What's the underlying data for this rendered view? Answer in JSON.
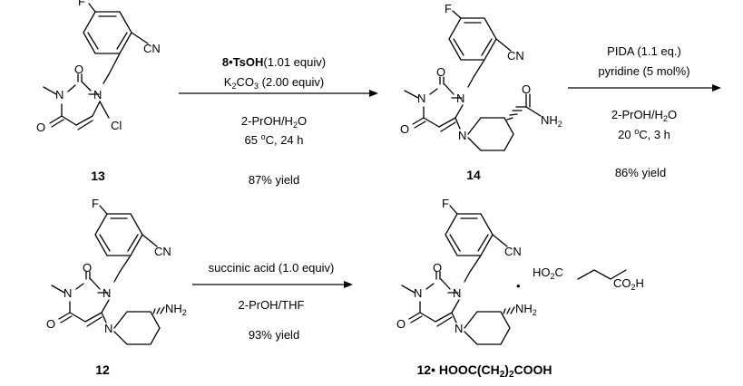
{
  "compounds": {
    "c13": {
      "label": "13"
    },
    "c14": {
      "label": "14"
    },
    "c12": {
      "label": "12"
    },
    "salt": {
      "label_pre": "12• HOOC(CH",
      "label_sub1": "2",
      "label_mid": ")",
      "label_sub2": "2",
      "label_post": "COOH"
    }
  },
  "atoms": {
    "F": "F",
    "CN": "CN",
    "O": "O",
    "N": "N",
    "Cl": "Cl",
    "NH": "NH",
    "two": "2",
    "dot": "•",
    "HO": "HO",
    "C": "C",
    "CO": "CO",
    "H": "H"
  },
  "reactions": {
    "r1": {
      "reagent1_main": "8•TsOH",
      "reagent1_rest": "(1.01 equiv)",
      "reagent2_pre": "K",
      "reagent2_sub1": "2",
      "reagent2_mid": "CO",
      "reagent2_sub2": "3",
      "reagent2_post": " (2.00 equiv)",
      "solvent_pre": "2-PrOH/H",
      "solvent_sub": "2",
      "solvent_post": "O",
      "conditions_pre": "65 ",
      "conditions_sup": "o",
      "conditions_post": "C, 24 h",
      "yield": "87% yield"
    },
    "r2": {
      "reagent1": "PIDA (1.1 eq.)",
      "reagent2": "pyridine (5 mol%)",
      "solvent_pre": "2-PrOH/H",
      "solvent_sub": "2",
      "solvent_post": "O",
      "conditions_pre": "20 ",
      "conditions_sup": "o",
      "conditions_post": "C, 3 h",
      "yield": "86% yield"
    },
    "r3": {
      "reagent1": "succinic acid (1.0 equiv)",
      "solvent": "2-PrOH/THF",
      "yield": "93% yield"
    }
  }
}
